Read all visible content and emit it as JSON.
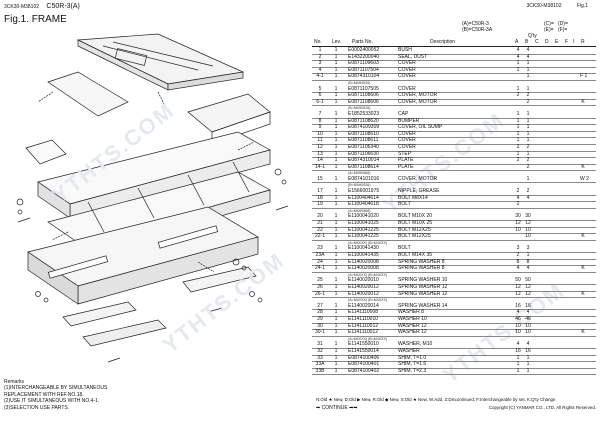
{
  "header": {
    "code_left": "3CK30-M38102",
    "model": "C50R-3(A)",
    "figure_title": "Fig.1.  FRAME",
    "code_right": "3CK30-M38102",
    "fig_right": "Fig.1"
  },
  "table": {
    "col_no": "No.",
    "col_lev": "Lev.",
    "col_parts": "Parts No.",
    "col_desc": "Description",
    "col_qty": "Q'ty",
    "col_r": "R",
    "serial_a": "(A)=C50R-3",
    "serial_b": "(B)=C50R-3A",
    "serial_c": "(C)=",
    "serial_d": "(D)=",
    "serial_e": "(E)=",
    "serial_f": "(F)=",
    "q_cols": [
      "A",
      "B",
      "C",
      "D",
      "E",
      "F",
      "I"
    ],
    "rows": [
      {
        "no": "1",
        "lev": "1",
        "part": "E0002400052",
        "desc": "BUSH",
        "q1": "4",
        "q2": "4",
        "r": ""
      },
      {
        "no": "2",
        "lev": "1",
        "part": "E1432200040",
        "desc": "SEAL, DUST",
        "q1": "4",
        "q2": "4",
        "r": ""
      },
      {
        "no": "3",
        "lev": "1",
        "part": "E0871109603",
        "desc": "COVER",
        "q1": "1",
        "q2": "1",
        "r": ""
      },
      {
        "no": "4",
        "lev": "1",
        "part": "E0871107504",
        "desc": "COVER",
        "q1": "1",
        "q2": "1",
        "r": ""
      },
      {
        "no": "4-1",
        "lev": "1",
        "part": "E0874310104",
        "desc": "COVER",
        "q1": "",
        "q2": "1",
        "r": "F 1"
      },
      {
        "serial": "(B=M4H0526)"
      },
      {
        "no": "5",
        "lev": "1",
        "part": "E0871107505",
        "desc": "COVER",
        "q1": "1",
        "q2": "1",
        "r": ""
      },
      {
        "no": "6",
        "lev": "1",
        "part": "E0871108606",
        "desc": "COVER, MOTOR",
        "q1": "2",
        "q2": "2",
        "r": ""
      },
      {
        "no": "6-1",
        "lev": "1",
        "part": "E0871108606",
        "desc": "COVER, MOTOR",
        "q1": "",
        "q2": "2",
        "r": "K"
      },
      {
        "serial": "(B=M4H0526)"
      },
      {
        "no": "7",
        "lev": "1",
        "part": "E1852533023",
        "desc": "CAP",
        "q1": "1",
        "q2": "1",
        "r": ""
      },
      {
        "no": "8",
        "lev": "1",
        "part": "E0871108620",
        "desc": "BUMPER",
        "q1": "1",
        "q2": "1",
        "r": ""
      },
      {
        "no": "9",
        "lev": "1",
        "part": "E0874109309",
        "desc": "COVER, OIL SUMP",
        "q1": "1",
        "q2": "1",
        "r": ""
      },
      {
        "no": "10",
        "lev": "1",
        "part": "E0871108610",
        "desc": "COVER",
        "q1": "1",
        "q2": "1",
        "r": ""
      },
      {
        "no": "11",
        "lev": "1",
        "part": "E0871108611",
        "desc": "COVER",
        "q1": "1",
        "q2": "1",
        "r": ""
      },
      {
        "no": "12",
        "lev": "1",
        "part": "E0871106340",
        "desc": "COVER",
        "q1": "2",
        "q2": "2",
        "r": ""
      },
      {
        "no": "13",
        "lev": "1",
        "part": "E0871106630",
        "desc": "STEP",
        "q1": "1",
        "q2": "1",
        "r": ""
      },
      {
        "no": "14",
        "lev": "1",
        "part": "E0874310014",
        "desc": "PLATE",
        "q1": "2",
        "q2": "2",
        "r": ""
      },
      {
        "no": "14-1",
        "lev": "1",
        "part": "E0871108614",
        "desc": "PLATE",
        "q1": "",
        "q2": "2",
        "r": "K"
      },
      {
        "serial": "(A=M4H0568)"
      },
      {
        "no": "15",
        "lev": "1",
        "part": "E0874101016",
        "desc": "COVER, MOTOR",
        "q1": "",
        "q2": "1",
        "r": "W 2"
      },
      {
        "serial": "(B=M4H0526)"
      },
      {
        "no": "17",
        "lev": "1",
        "part": "E1566001975",
        "desc": "NIPPLE, GREASE",
        "q1": "2",
        "q2": "2",
        "r": ""
      },
      {
        "no": "18",
        "lev": "1",
        "part": "E1100404614",
        "desc": "BOLT M8X14",
        "q1": "4",
        "q2": "4",
        "r": ""
      },
      {
        "no": "19",
        "lev": "1",
        "part": "E1100404618",
        "desc": "BOLT",
        "q1": "2",
        "q2": "",
        "r": ""
      },
      {
        "serial": "(A=M4H0568)"
      },
      {
        "no": "20",
        "lev": "1",
        "part": "E1100041020",
        "desc": "BOLT M10X 20",
        "q1": "30",
        "q2": "30",
        "r": ""
      },
      {
        "no": "21",
        "lev": "1",
        "part": "E1100041025",
        "desc": "BOLT M10X 25",
        "q1": "12",
        "q2": "12",
        "r": ""
      },
      {
        "no": "22",
        "lev": "1",
        "part": "E1100041225",
        "desc": "BOLT M12X25",
        "q1": "10",
        "q2": "10",
        "r": ""
      },
      {
        "no": "22-1",
        "lev": "1",
        "part": "E1100041225",
        "desc": "BOLT M12X25",
        "q1": "",
        "q2": "10",
        "r": "K"
      },
      {
        "serial": "(A=M4XXX)       (B=M4XXX)"
      },
      {
        "no": "23",
        "lev": "1",
        "part": "E1100041430",
        "desc": "BOLT",
        "q1": "3",
        "q2": "3",
        "r": ""
      },
      {
        "no": "23A",
        "lev": "1",
        "part": "E1100041435",
        "desc": "BOLT M14X 35",
        "q1": "2",
        "q2": "1",
        "r": ""
      },
      {
        "no": "24",
        "lev": "1",
        "part": "E1140020008",
        "desc": "SPRING WASHER 8",
        "q1": "8",
        "q2": "8",
        "r": ""
      },
      {
        "no": "24-1",
        "lev": "1",
        "part": "E1140020008",
        "desc": "SPRING WASHER 8",
        "q1": "4",
        "q2": "4",
        "r": "K"
      },
      {
        "serial": "(A=M4XXX)       (B=M4XXX)"
      },
      {
        "no": "25",
        "lev": "1",
        "part": "E1140020010",
        "desc": "SPRING WASHER  10",
        "q1": "50",
        "q2": "50",
        "r": ""
      },
      {
        "no": "26",
        "lev": "1",
        "part": "E1140020012",
        "desc": "SPRING WASHER  12",
        "q1": "12",
        "q2": "12",
        "r": ""
      },
      {
        "no": "26-1",
        "lev": "1",
        "part": "E1140020012",
        "desc": "SPRING WASHER  12",
        "q1": "12",
        "q2": "12",
        "r": "K"
      },
      {
        "serial": "(A=M4XXX)       (B=M4XXX)"
      },
      {
        "no": "27",
        "lev": "1",
        "part": "E1140020014",
        "desc": "SPRING WASHER 14",
        "q1": "16",
        "q2": "16",
        "r": ""
      },
      {
        "no": "28",
        "lev": "1",
        "part": "E1141110008",
        "desc": "WASHER  8",
        "q1": "4",
        "q2": "4",
        "r": ""
      },
      {
        "no": "29",
        "lev": "1",
        "part": "E1141110010",
        "desc": "WASHER 10",
        "q1": "46",
        "q2": "46",
        "r": ""
      },
      {
        "no": "30",
        "lev": "1",
        "part": "E1141110012",
        "desc": "WASHER 12",
        "q1": "10",
        "q2": "10",
        "r": ""
      },
      {
        "no": "30-1",
        "lev": "1",
        "part": "E1141110012",
        "desc": "WASHER 12",
        "q1": "10",
        "q2": "10",
        "r": "K"
      },
      {
        "serial": "(A=M4XXX)       (B=M4XXX)"
      },
      {
        "no": "31",
        "lev": "1",
        "part": "E1141550010",
        "desc": "WASHER, M10",
        "q1": "4",
        "q2": "4",
        "r": ""
      },
      {
        "no": "32",
        "lev": "1",
        "part": "E1141550014",
        "desc": "WASHER",
        "q1": "16",
        "q2": "16",
        "r": ""
      },
      {
        "no": "33",
        "lev": "1",
        "part": "E0874100406",
        "desc": "SHIM, T=1.0",
        "q1": "1",
        "q2": "1",
        "r": ""
      },
      {
        "no": "33A",
        "lev": "1",
        "part": "E0874100401",
        "desc": "SHIM, T=1.6",
        "q1": "1",
        "q2": "1",
        "r": ""
      },
      {
        "no": "33B",
        "lev": "1",
        "part": "E0874100402",
        "desc": "SHIM, T=2.3",
        "q1": "1",
        "q2": "1",
        "r": ""
      }
    ]
  },
  "footer": {
    "legend": "N:Old ★ New, D:Old ▶ New, R:Old ◆ New, S:Old ★ New, W:Add, Z:Discontinued, F:Interchangeable by set, K:Q'ty Change",
    "continue": "CONTINUE",
    "copyright": "Copyright (C)  YANMAR CO., LTD. All Rights Reserved."
  },
  "remarks": {
    "title": "Remarks",
    "lines": [
      "(1)INTERCHANGEABLE BY SIMULTANEOUS",
      "REPLACEMENT WITH REF.NO.18.",
      "(2)USE IT SIMULTANEOUS WITH NO.4-1.",
      "(3)SELECTION USE PARTS."
    ]
  },
  "watermark": "YTHTS.COM"
}
